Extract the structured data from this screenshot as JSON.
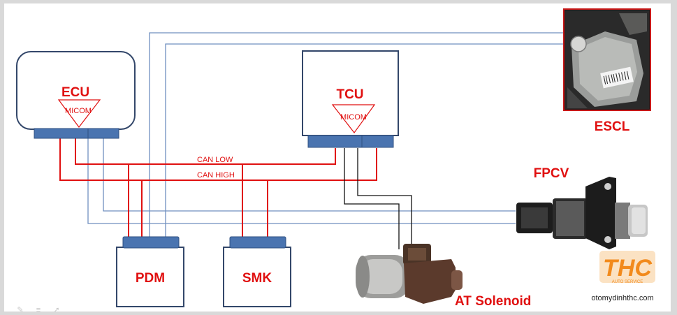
{
  "colors": {
    "module_border": "#33476a",
    "connector_fill": "#4a74b0",
    "connector_border": "#2f4f80",
    "can_wire": "#e01010",
    "sensor_wire": "#6f8fbf",
    "solenoid_wire": "#111111",
    "label_red": "#e01010",
    "brand_orange": "#f28a1c"
  },
  "modules": {
    "ecu": {
      "label": "ECU",
      "chip": "MICOM"
    },
    "tcu": {
      "label": "TCU",
      "chip": "MICOM"
    },
    "pdm": {
      "label": "PDM"
    },
    "smk": {
      "label": "SMK"
    }
  },
  "bus": {
    "can_low": "CAN LOW",
    "can_high": "CAN HIGH"
  },
  "components": {
    "escl": "ESCL",
    "fpcv": "FPCV",
    "at_solenoid": "AT Solenoid"
  },
  "watermark": {
    "logo": "THC",
    "tagline": "AUTO SERVICE",
    "site": "otomydinhthc.com"
  },
  "toolbar": {
    "icons": [
      "pen-icon",
      "menu-icon",
      "arrow-icon"
    ]
  }
}
